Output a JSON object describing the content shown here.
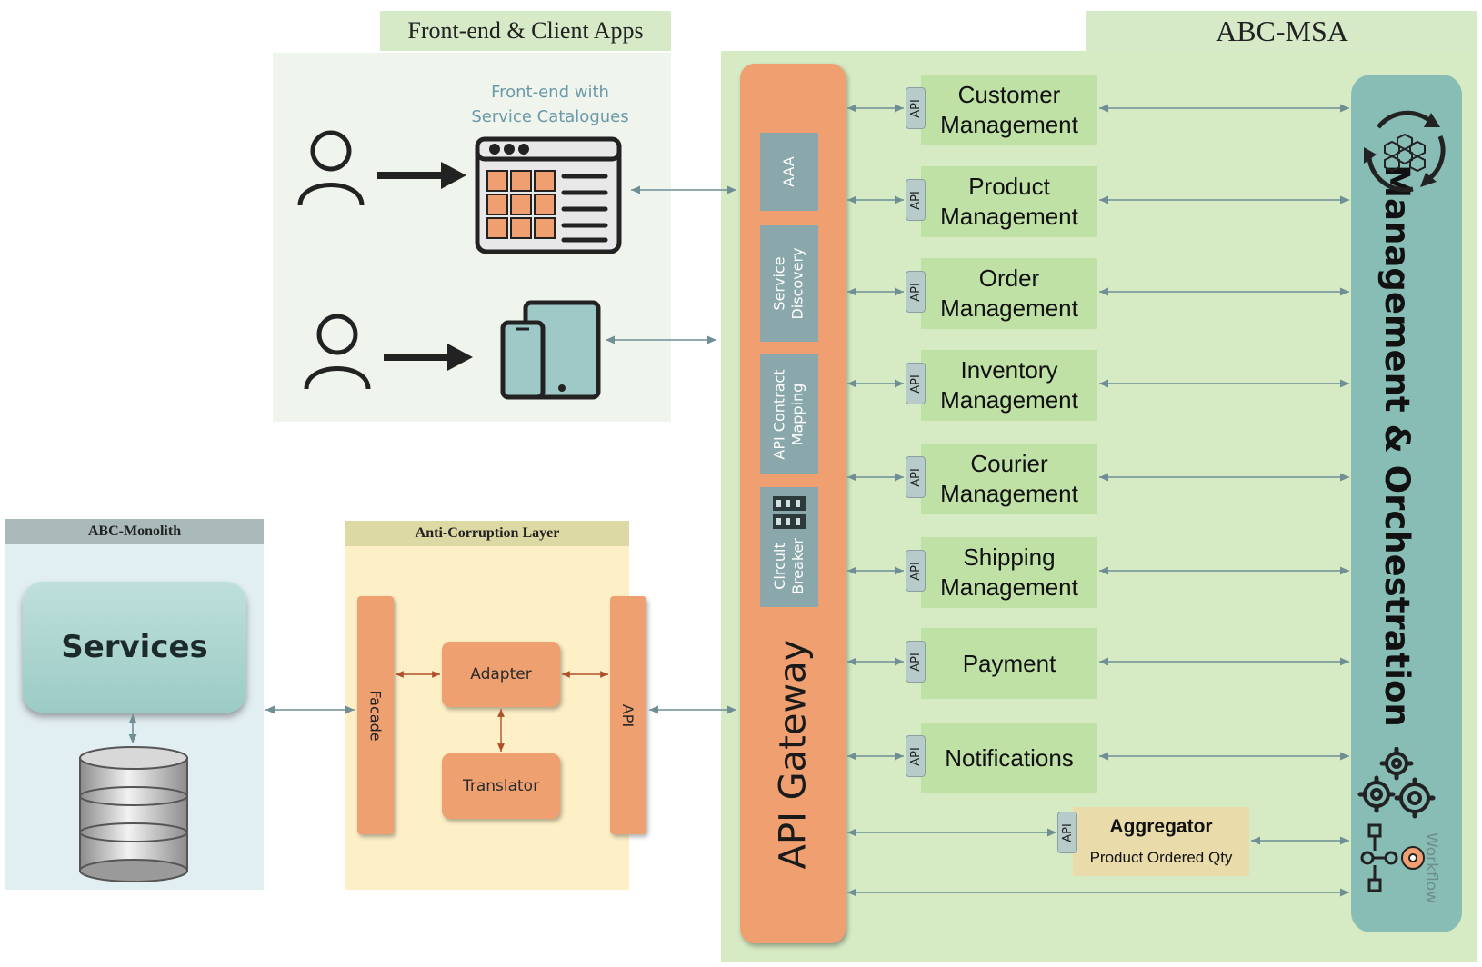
{
  "frontend": {
    "title": "Front-end & Client Apps",
    "caption_line1": "Front-end with",
    "caption_line2": "Service Catalogues"
  },
  "msa": {
    "title": "ABC-MSA",
    "gateway_label": "API Gateway",
    "gateway_segments": [
      {
        "line1": "AAA",
        "line2": ""
      },
      {
        "line1": "Service",
        "line2": "Discovery"
      },
      {
        "line1": "API Contract",
        "line2": "Mapping"
      },
      {
        "line1": "Circuit",
        "line2": "Breaker"
      }
    ],
    "api_tag": "API",
    "services": [
      {
        "line1": "Customer",
        "line2": "Management"
      },
      {
        "line1": "Product",
        "line2": "Management"
      },
      {
        "line1": "Order",
        "line2": "Management"
      },
      {
        "line1": "Inventory",
        "line2": "Management"
      },
      {
        "line1": "Courier",
        "line2": "Management"
      },
      {
        "line1": "Shipping",
        "line2": "Management"
      },
      {
        "line1": "Payment",
        "line2": ""
      },
      {
        "line1": "Notifications",
        "line2": ""
      }
    ],
    "aggregator": {
      "name": "Aggregator",
      "sub": "Product Ordered Qty"
    },
    "orchestration_label": "Management & Orchestration",
    "workflow_label": "Workflow"
  },
  "monolith": {
    "title": "ABC-Monolith",
    "services_label": "Services"
  },
  "acl": {
    "title": "Anti-Corruption Layer",
    "facade": "Facade",
    "api": "API",
    "adapter": "Adapter",
    "translator": "Translator"
  },
  "colors": {
    "gateway": "#f0a070",
    "service_box": "#bfe1a5",
    "msa_panel": "#d6ebc4",
    "orchestration": "#88bdb5",
    "connector": "#6f8f95"
  }
}
